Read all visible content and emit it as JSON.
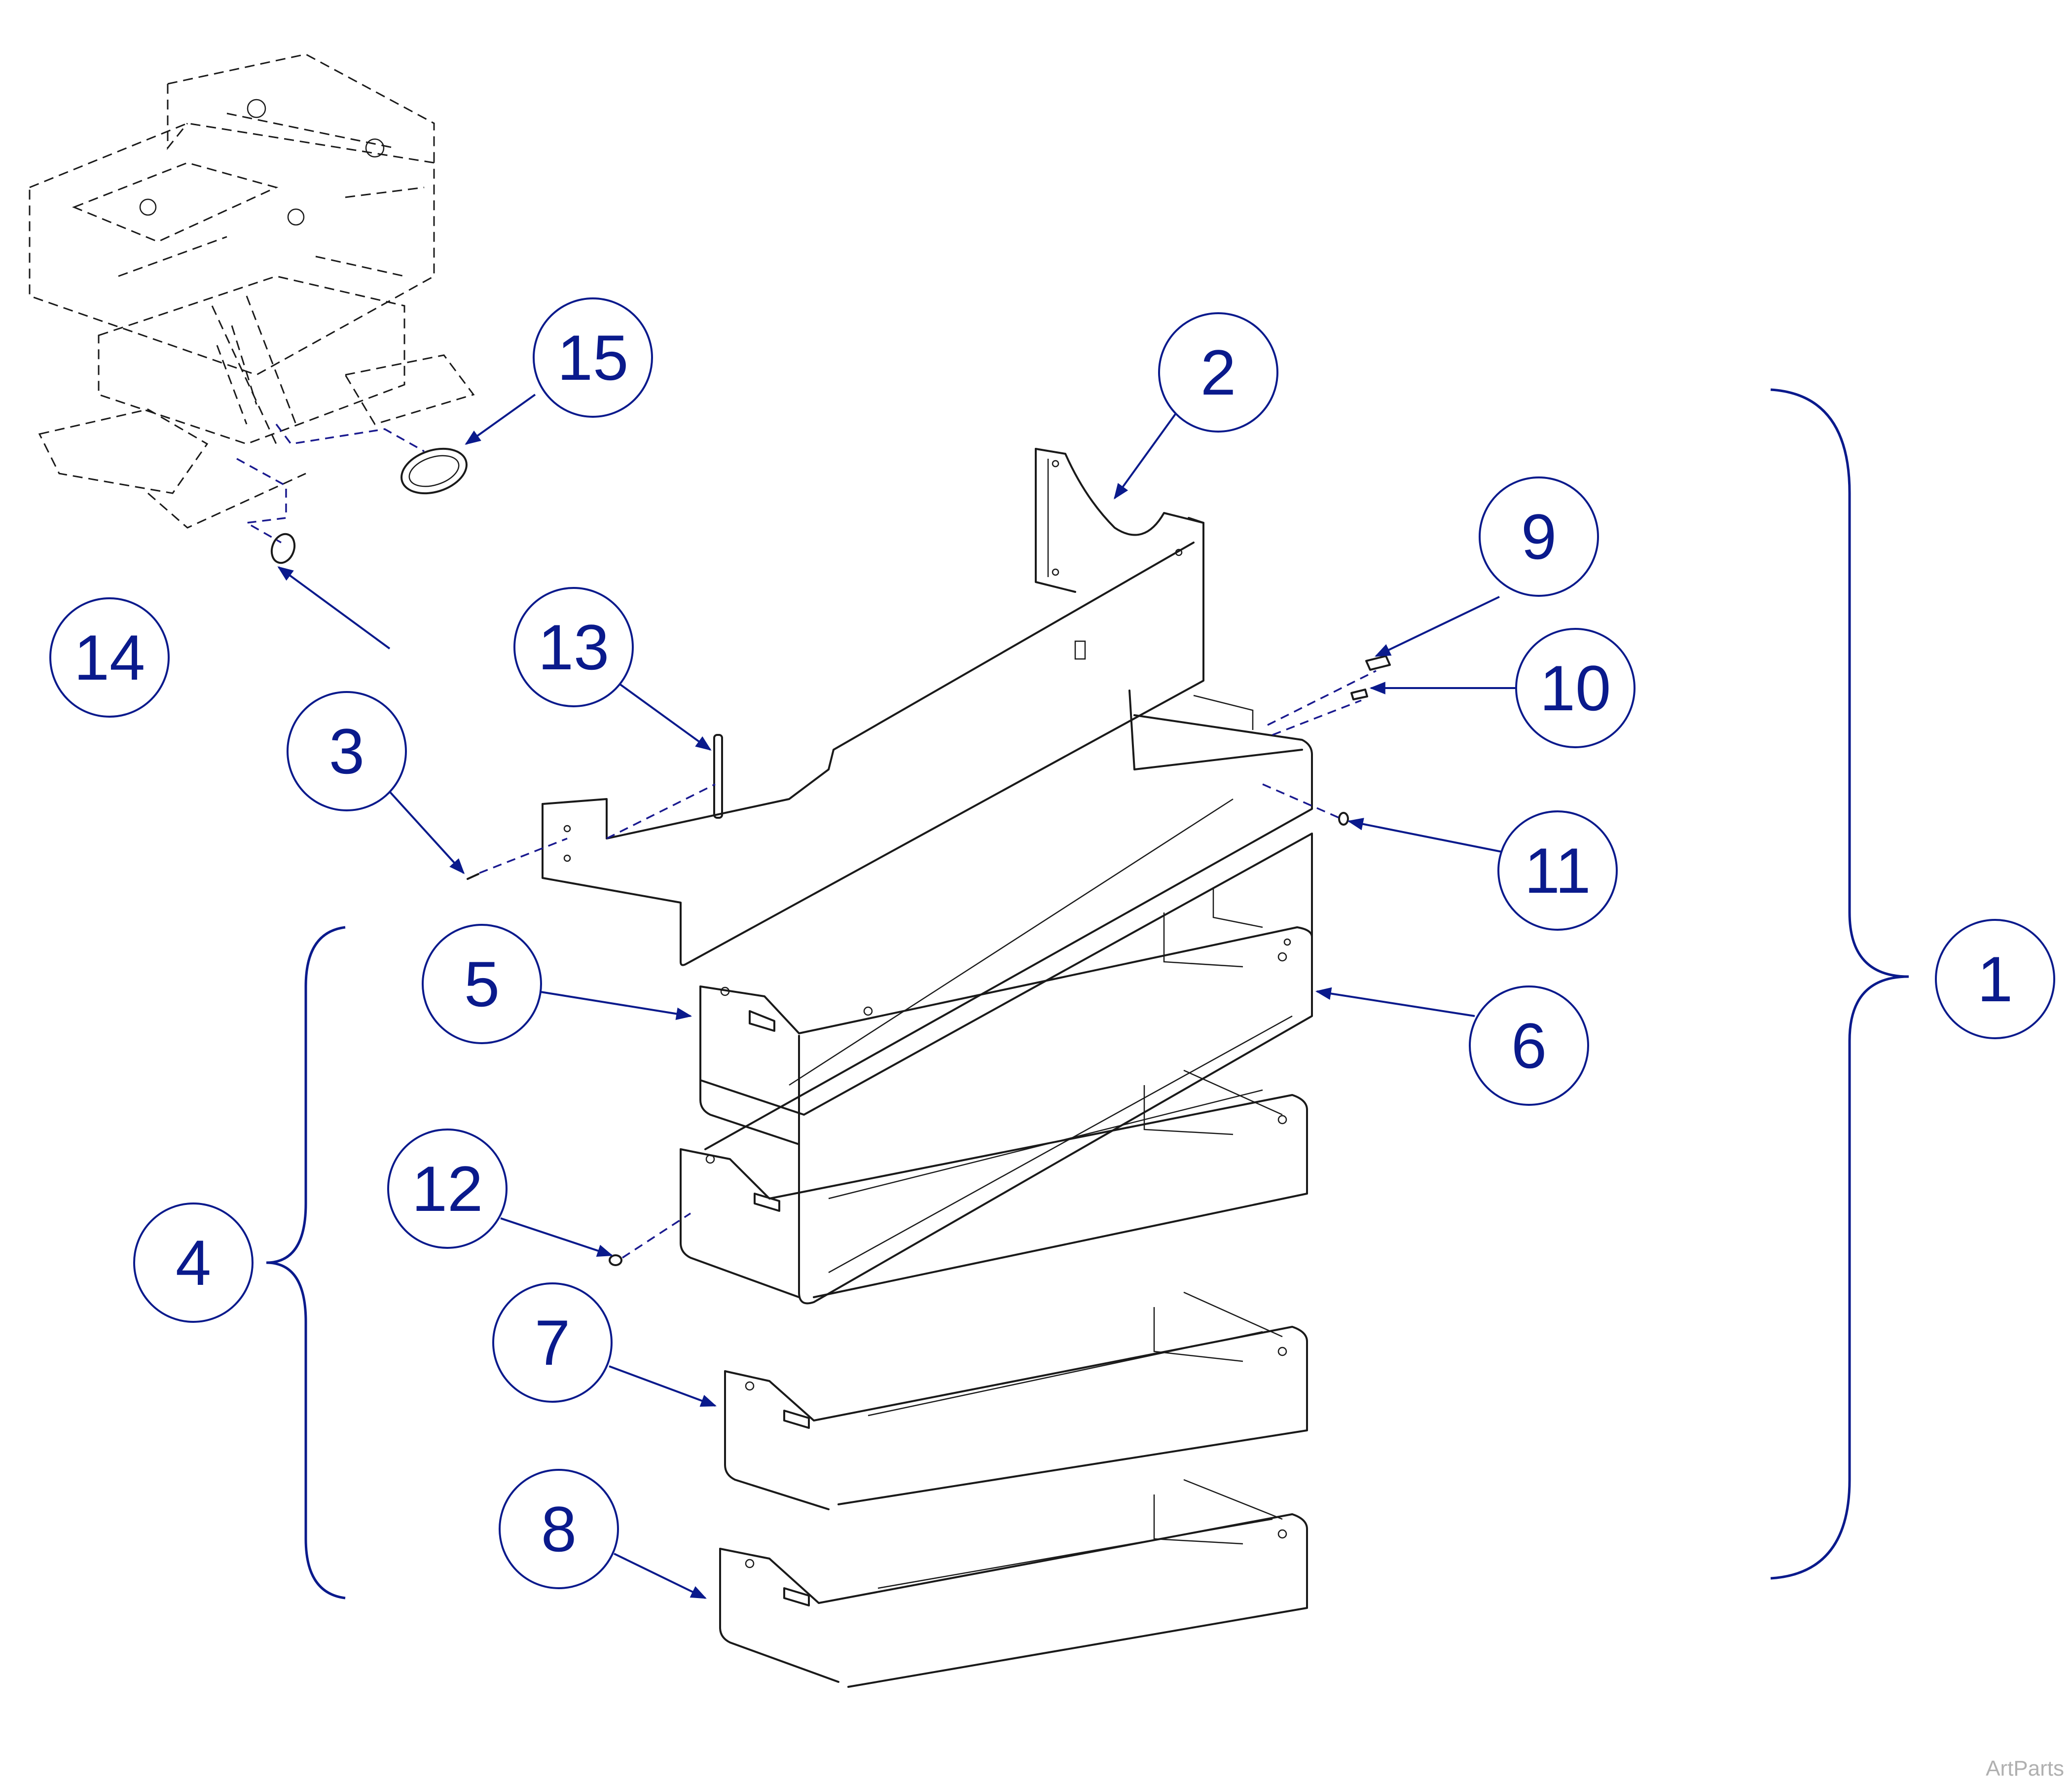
{
  "callouts": {
    "c1": "1",
    "c2": "2",
    "c3": "3",
    "c4": "4",
    "c5": "5",
    "c6": "6",
    "c7": "7",
    "c8": "8",
    "c9": "9",
    "c10": "10",
    "c11": "11",
    "c12": "12",
    "c13": "13",
    "c14": "14",
    "c15": "15"
  },
  "watermark": "ArtParts",
  "colors": {
    "callout": "#0a1a8c",
    "line": "#1a1a1a"
  }
}
